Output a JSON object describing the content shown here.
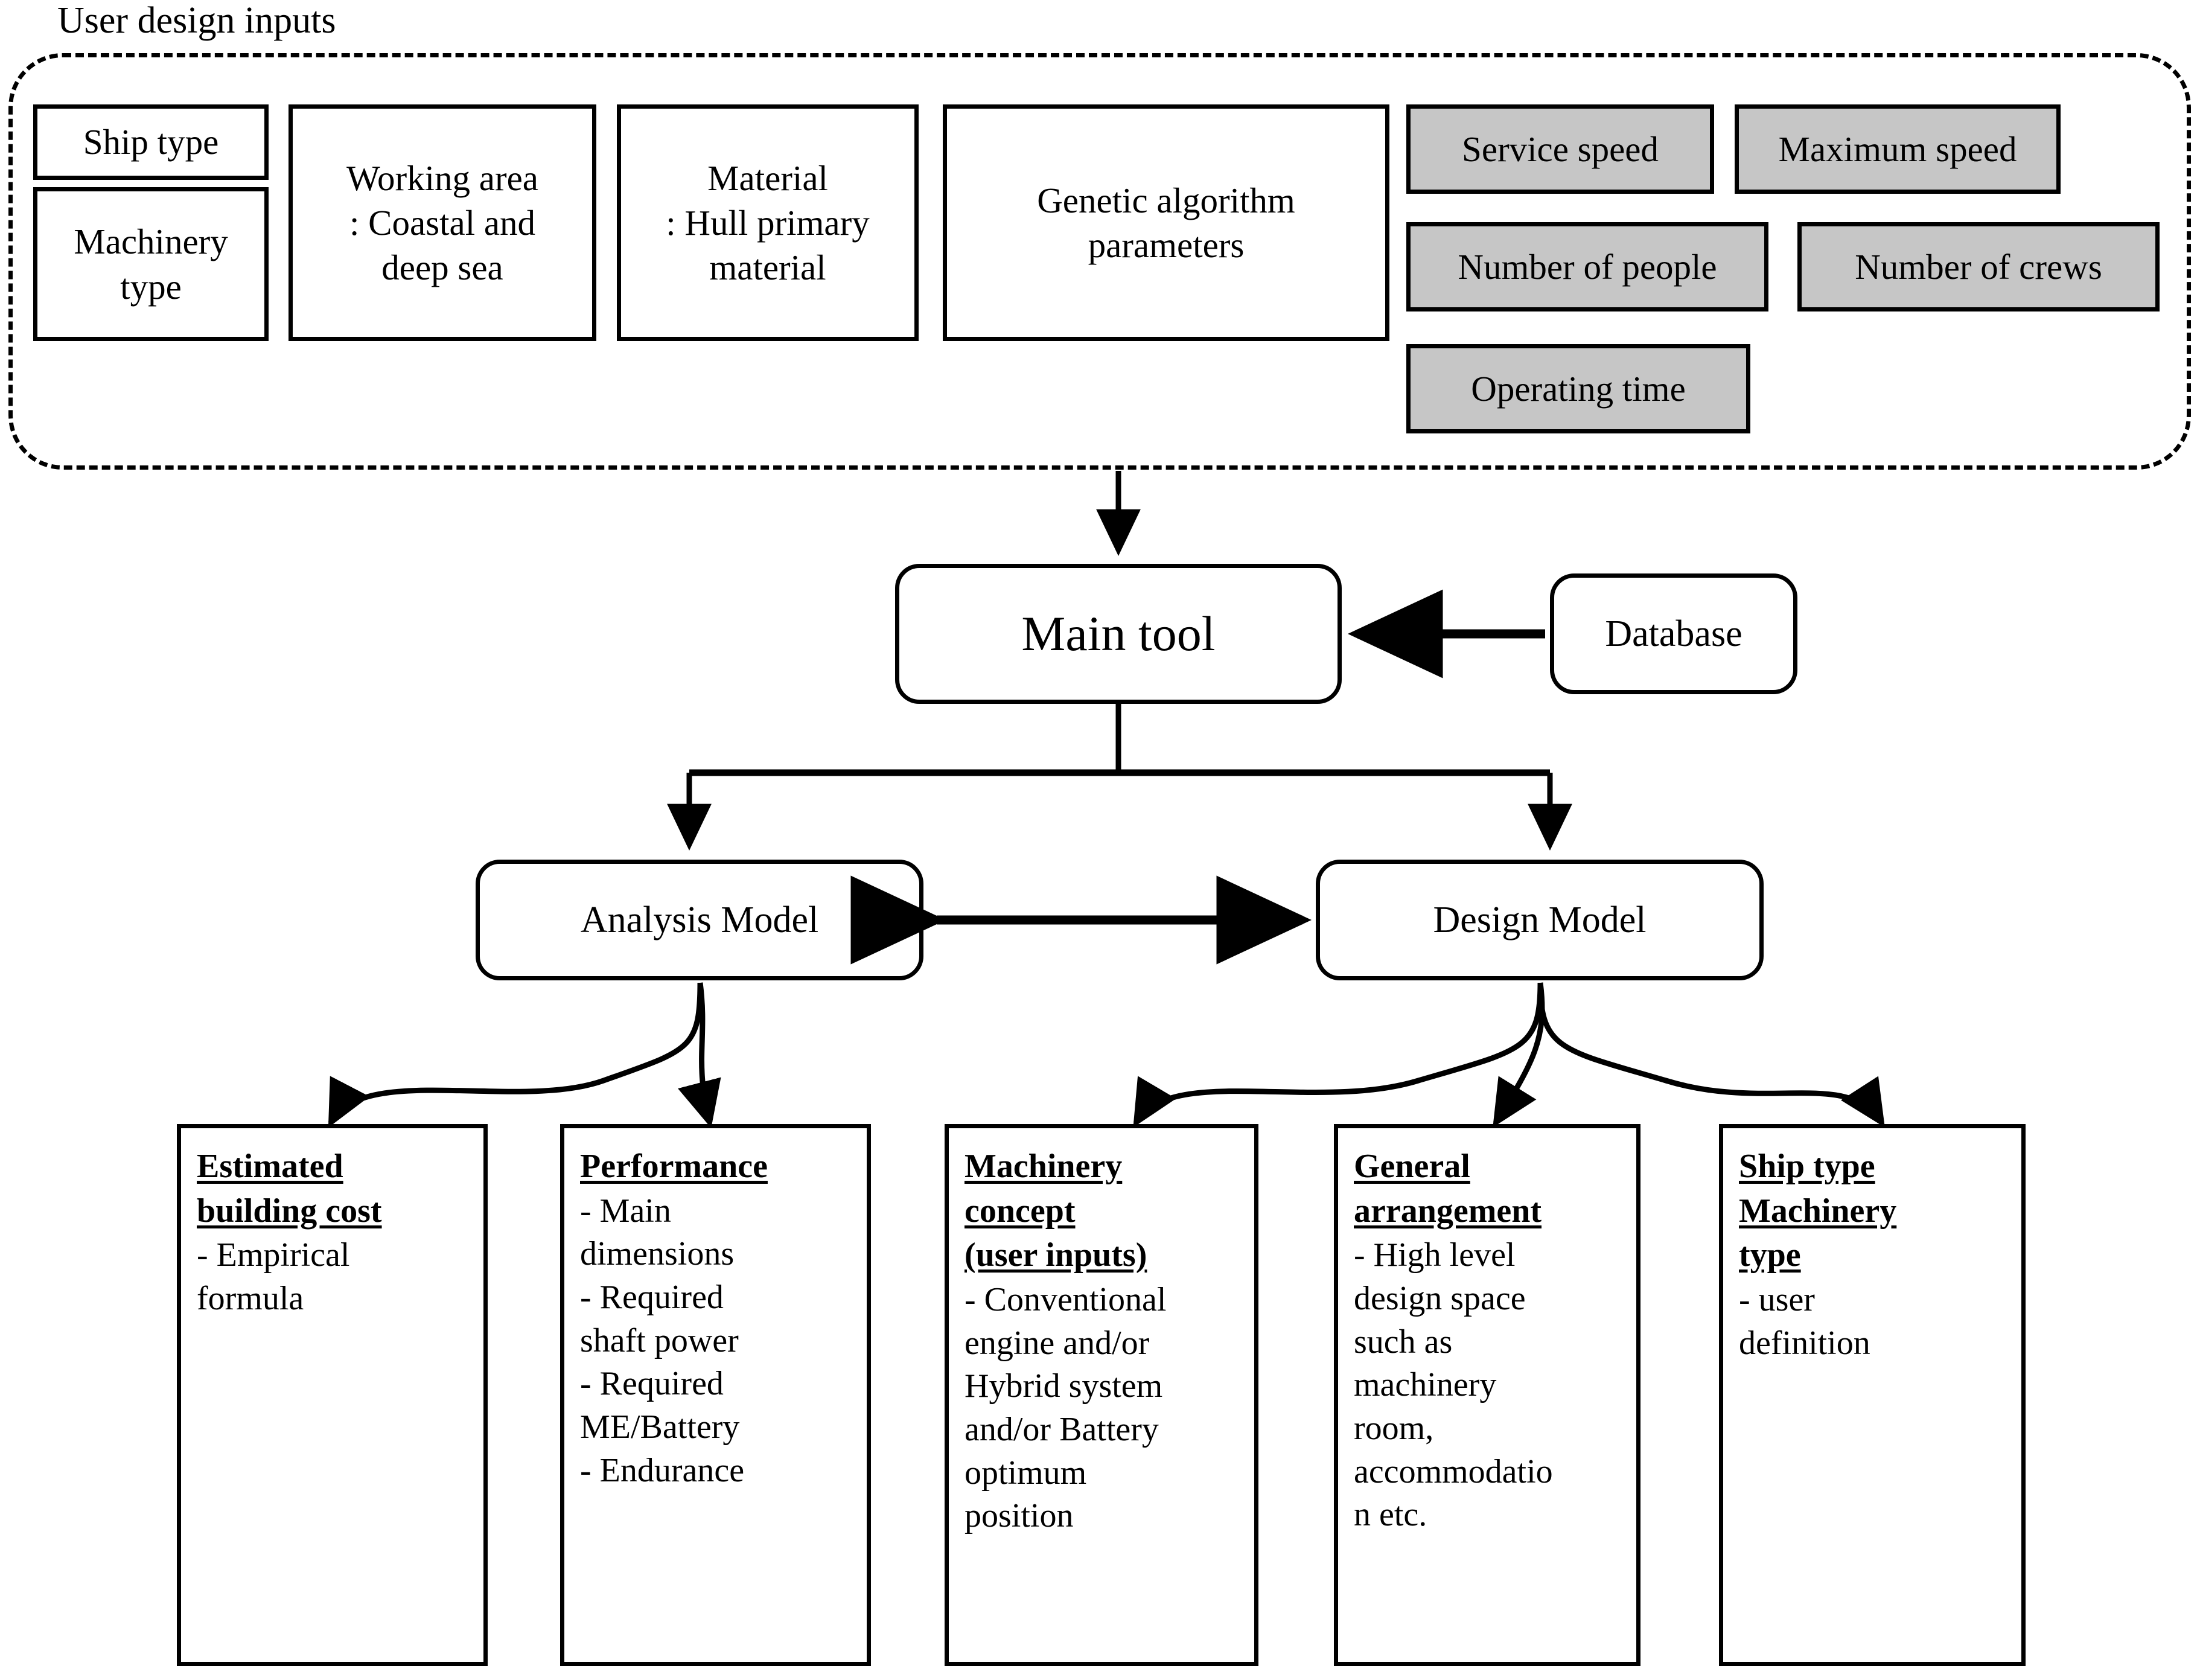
{
  "diagram": {
    "title": "User design inputs",
    "inputs": {
      "plain_boxes": [
        {
          "name": "ship-type",
          "lines": [
            "Ship type"
          ]
        },
        {
          "name": "machinery-type",
          "lines": [
            "Machinery",
            "type"
          ]
        },
        {
          "name": "working-area",
          "lines": [
            "Working area",
            ": Coastal and",
            "deep sea"
          ]
        },
        {
          "name": "material",
          "lines": [
            "Material",
            ": Hull primary",
            "material"
          ]
        },
        {
          "name": "genetic-algorithm-parameters",
          "lines": [
            "Genetic algorithm",
            "parameters"
          ]
        }
      ],
      "gray_boxes": [
        {
          "name": "service-speed",
          "label": "Service speed"
        },
        {
          "name": "maximum-speed",
          "label": "Maximum speed"
        },
        {
          "name": "number-of-people",
          "label": "Number of people"
        },
        {
          "name": "number-of-crews",
          "label": "Number of crews"
        },
        {
          "name": "operating-time",
          "label": "Operating time"
        }
      ]
    },
    "nodes": {
      "main_tool": "Main tool",
      "database": "Database",
      "analysis_model": "Analysis Model",
      "design_model": "Design Model"
    },
    "outputs": [
      {
        "name": "estimated-building-cost",
        "heading": [
          "Estimated",
          "building cost"
        ],
        "body": [
          "- Empirical",
          "formula"
        ]
      },
      {
        "name": "performance",
        "heading": [
          "Performance"
        ],
        "body": [
          "- Main",
          "dimensions",
          "- Required",
          "shaft power",
          "- Required",
          "ME/Battery",
          "- Endurance"
        ]
      },
      {
        "name": "machinery-concept",
        "heading": [
          "Machinery",
          "concept",
          "(user inputs)"
        ],
        "body": [
          "- Conventional",
          "engine and/or",
          "Hybrid system",
          "and/or Battery",
          "optimum",
          "position"
        ]
      },
      {
        "name": "general-arrangement",
        "heading": [
          "General",
          "arrangement"
        ],
        "body": [
          "- High level",
          "design space",
          "such as",
          "machinery",
          "room,",
          "accommodatio",
          "n etc."
        ]
      },
      {
        "name": "ship-type-machinery-type",
        "heading": [
          "Ship type",
          "Machinery",
          "type"
        ],
        "body": [
          "- user",
          "definition"
        ]
      }
    ],
    "colors": {
      "stroke": "#000000",
      "gray_fill": "#c6c6c6",
      "background": "#ffffff"
    }
  }
}
